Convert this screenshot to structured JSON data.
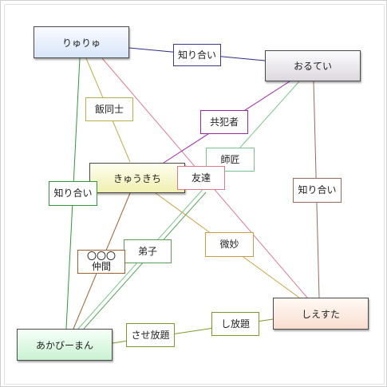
{
  "nodes": {
    "ryuryu": {
      "text": "りゅりゅ"
    },
    "orutei": {
      "text": "おるてい"
    },
    "kyuukichi": {
      "text": "きゅうきち"
    },
    "shiesuta": {
      "text": "しえすた"
    },
    "akabiman": {
      "text": "あかびーまん"
    }
  },
  "edges": {
    "ryuryu_orutei": {
      "label": "知り合い",
      "color": "#2b2b8a"
    },
    "ryuryu_kyuukichi": {
      "label": "飯同士",
      "color": "#b8b048"
    },
    "ryuryu_akabiman": {
      "label": "知り合い",
      "color": "#2e9a3a"
    },
    "ryuryu_shiesuta": {
      "label": "友達",
      "color": "#e07a8a"
    },
    "orutei_kyuukichi": {
      "label": "共犯者",
      "color": "#a026a8"
    },
    "orutei_akabiman": {
      "label": "師匠",
      "color": "#7ac58a"
    },
    "orutei_shiesuta": {
      "label": "知り合い",
      "color": "#9a6a5a"
    },
    "kyuukichi_akabiman": {
      "label": "〇〇〇仲間",
      "color": "#a0602e"
    },
    "kyuukichi_shiesuta": {
      "label": "微妙",
      "color": "#c8a040"
    },
    "akabiman_shiesuta_1": {
      "label": "弟子",
      "color": "#5aa05a"
    },
    "akabiman_shiesuta_2": {
      "label": "させ放題",
      "color": "#7a9a2a"
    },
    "shiesuta_akabiman": {
      "label": "し放題",
      "color": "#4a7a9a"
    }
  }
}
